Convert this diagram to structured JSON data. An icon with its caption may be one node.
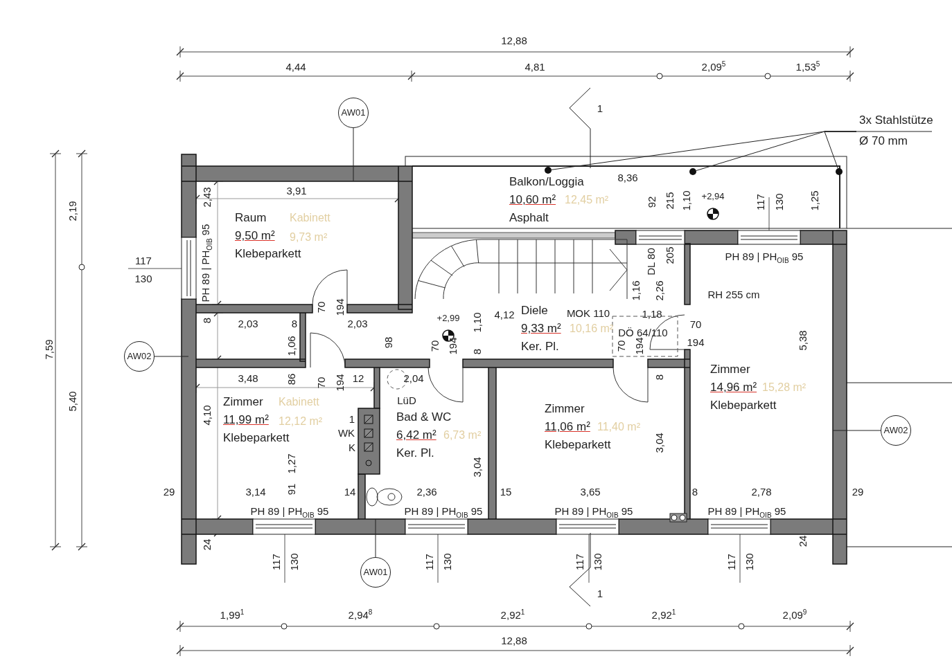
{
  "diagram": {
    "nodes": [
      {
        "text": [
          "AW01"
        ]
      },
      {
        "text": [
          "3x Stahlstütze",
          "Ø 70 mm"
        ]
      },
      {
        "text": [
          "Balkon/Loggia",
          "10,60 m²",
          "Asphalt",
          "12,45 m²"
        ]
      },
      {
        "text": [],
        "shape": "circle",
        "in": 2
      },
      {
        "text": [],
        "shape": "circle",
        "in": 2
      },
      {
        "text": [],
        "shape": "circle",
        "in": 2
      },
      {
        "text": [
          "Raum",
          "9,50 m²",
          "Klebeparkett",
          "Kabinett",
          "9,73 m²"
        ]
      },
      {
        "text": [
          "Zimmer",
          "14,96 m²",
          "Klebeparkett",
          "15,28 m²"
        ]
      },
      {
        "text": [
          "Diele",
          "9,33 m²",
          "Ker. Pl.",
          "10,16 m²"
        ]
      },
      {
        "text": [
          "AW02"
        ]
      },
      {
        "text": [
          "Zimmer",
          "11,99 m²",
          "Klebeparkett",
          "Kabinett",
          "12,12 m²"
        ]
      },
      {
        "text": [
          "Bad & WC",
          "6,42 m²",
          "Ker. Pl.",
          "6,73 m²"
        ]
      },
      {
        "text": [
          "Zimmer",
          "11,06 m²",
          "Klebeparkett",
          "11,40 m²"
        ]
      },
      {
        "text": [
          "AW02"
        ]
      },
      {
        "text": [
          "AW01"
        ]
      }
    ],
    "edges": [
      {
        "from": 0,
        "to": 6,
        "arrow": "none"
      },
      {
        "from": 9,
        "to": null,
        "arrow": "none"
      },
      {
        "from": 13,
        "to": 7,
        "arrow": "none"
      },
      {
        "from": 14,
        "to": 11,
        "arrow": "none"
      },
      {
        "from": 1,
        "to": 3,
        "arrow": "none"
      },
      {
        "from": 1,
        "to": 4,
        "arrow": "none"
      },
      {
        "from": 1,
        "to": 5,
        "arrow": "none"
      }
    ],
    "labels": [
      "12,88",
      "4,44",
      "4,81",
      "2,09$^{5}$",
      "1,53$^{5}$",
      "1",
      "3,91",
      "2,43",
      "8,36",
      "92",
      "215",
      "1,10",
      "+2,94",
      "117",
      "130",
      "1,25",
      "2,19",
      "PH 89 | PH$_{OIB}$ 95",
      "117",
      "130",
      "PH 89 | PH$_{OIB}$ 95",
      "DL 80",
      "205",
      "RH 255 cm",
      "1,16",
      "2,26",
      "70",
      "194",
      "8",
      "2,03",
      "8",
      "2,03",
      "+2,99",
      "1,10",
      "4,12",
      "MOK 110",
      "1,18",
      "DÖ 64/110",
      "70",
      "194",
      "5,38",
      "7,59",
      "1,06",
      "98",
      "70",
      "194",
      "70",
      "194",
      "8",
      "70",
      "194",
      "8",
      "3,48",
      "86",
      "12",
      "2,04",
      "LüD",
      "5,40",
      "4,10",
      "1",
      "WK",
      "K",
      "3,04",
      "1,27",
      "3,04",
      "29",
      "3,14",
      "91",
      "14",
      "2,36",
      "15",
      "3,65",
      "8",
      "2,78",
      "29",
      "PH 89 | PH$_{OIB}$ 95",
      "PH 89 | PH$_{OIB}$ 95",
      "PH 89 | PH$_{OIB}$ 95",
      "PH 89 | PH$_{OIB}$ 95",
      "24",
      "24",
      "117",
      "130",
      "117",
      "130",
      "117",
      "130",
      "117",
      "130",
      "1",
      "1,99$^{1}$",
      "2,94$^{8}$",
      "2,92$^{1}$",
      "2,92$^{1}$",
      "2,09$^{9}$",
      "12,88"
    ]
  }
}
